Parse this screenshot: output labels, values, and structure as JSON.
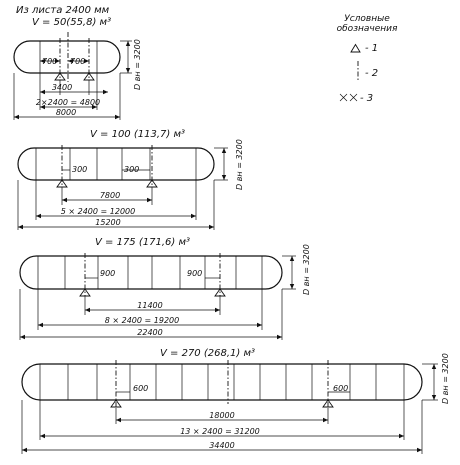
{
  "header": {
    "sheet_label": "Из листа  2400 мм"
  },
  "legend": {
    "title_line1": "Условные",
    "title_line2": "обозначения",
    "item1": "- 1",
    "item2": "- 2",
    "item3": "- 3"
  },
  "vessels": [
    {
      "volume": "V = 50(55,8) м³",
      "diameter": "D вн = 3200",
      "support_gap": "700",
      "support_span": "3400",
      "sheets": "2×2400 = 4800",
      "length": "8000"
    },
    {
      "volume": "V = 100 (113,7) м³",
      "diameter": "D вн = 3200",
      "support_gap": "300",
      "support_span": "7800",
      "sheets": "5 × 2400 = 12000",
      "length": "15200"
    },
    {
      "volume": "V = 175 (171,6) м³",
      "diameter": "D вн = 3200",
      "support_gap": "900",
      "support_span": "11400",
      "sheets": "8 × 2400 = 19200",
      "length": "22400"
    },
    {
      "volume": "V = 270 (268,1) м³",
      "diameter": "D вн = 3200",
      "support_gap": "600",
      "support_span": "18000",
      "sheets": "13 × 2400 = 31200",
      "length": "34400"
    }
  ]
}
